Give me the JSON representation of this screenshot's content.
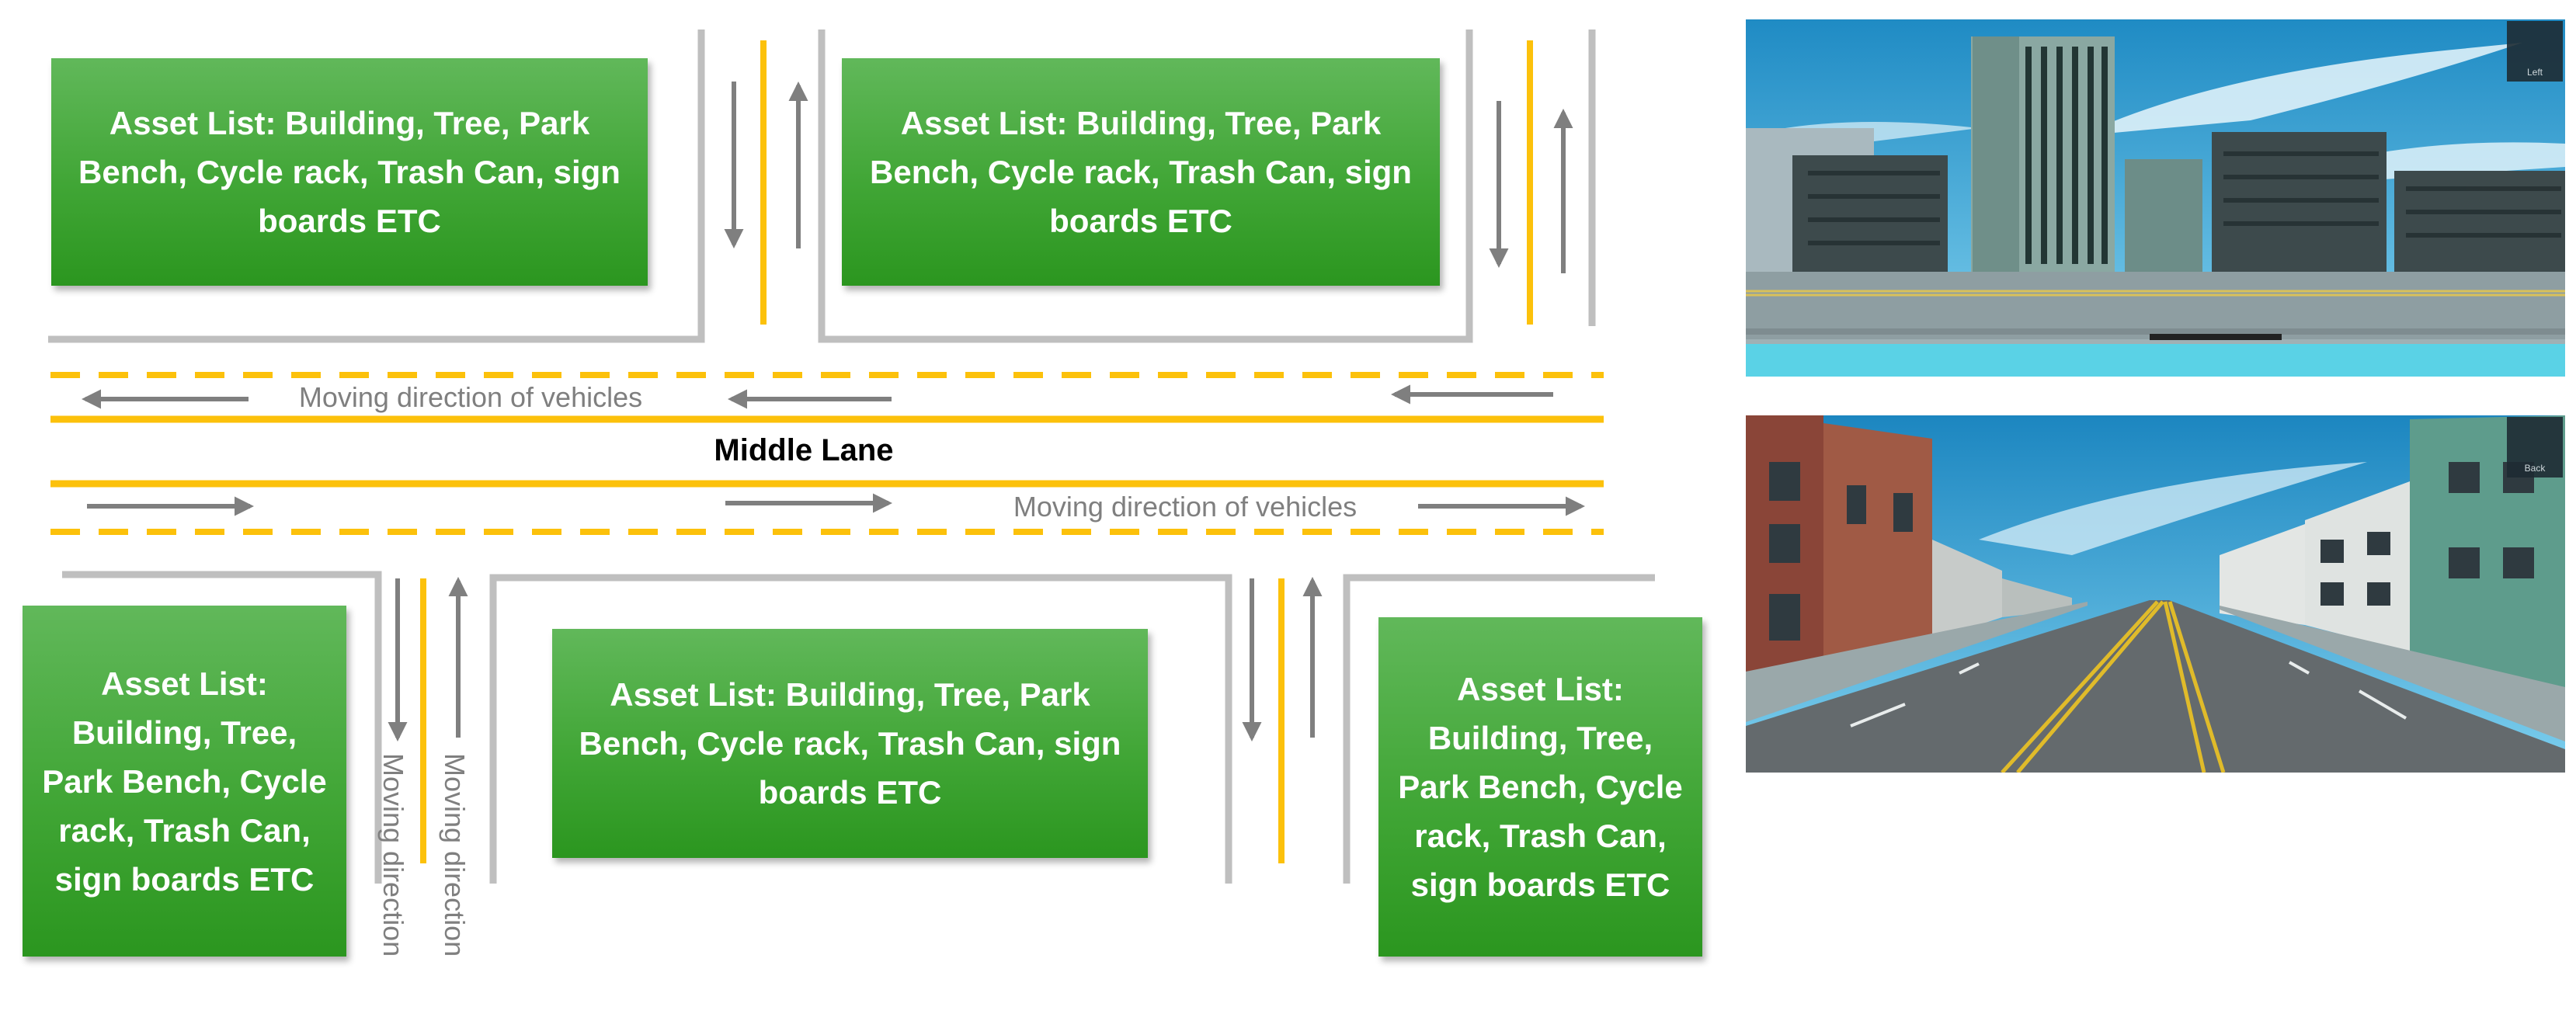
{
  "diagram": {
    "asset_boxes": [
      {
        "id": "top-left",
        "text": "Asset List: Building, Tree, Park Bench, Cycle rack, Trash Can, sign boards ETC"
      },
      {
        "id": "top-middle",
        "text": "Asset List: Building, Tree, Park Bench, Cycle rack, Trash Can, sign boards ETC"
      },
      {
        "id": "bottom-left",
        "text": "Asset List: Building, Tree, Park Bench, Cycle rack, Trash Can, sign boards ETC"
      },
      {
        "id": "bottom-middle",
        "text": "Asset List: Building, Tree, Park Bench, Cycle rack, Trash Can, sign boards ETC"
      },
      {
        "id": "bottom-right",
        "text": "Asset List: Building, Tree, Park Bench, Cycle rack, Trash Can, sign boards ETC"
      }
    ],
    "middle_lane_label": "Middle Lane",
    "upper_direction_label": "Moving direction of vehicles",
    "lower_direction_label": "Moving direction of vehicles",
    "vertical_direction_label_1": "Moving direction",
    "vertical_direction_label_2": "Moving direction"
  },
  "colors": {
    "road_line": "#fcc10b",
    "curb": "#bfbfbf",
    "arrow": "#7f7f7f",
    "box_green": "#41a636",
    "label_gray": "#7f7f7f"
  },
  "screenshots": {
    "top_view_label": "Left",
    "bottom_view_label": "Back"
  }
}
